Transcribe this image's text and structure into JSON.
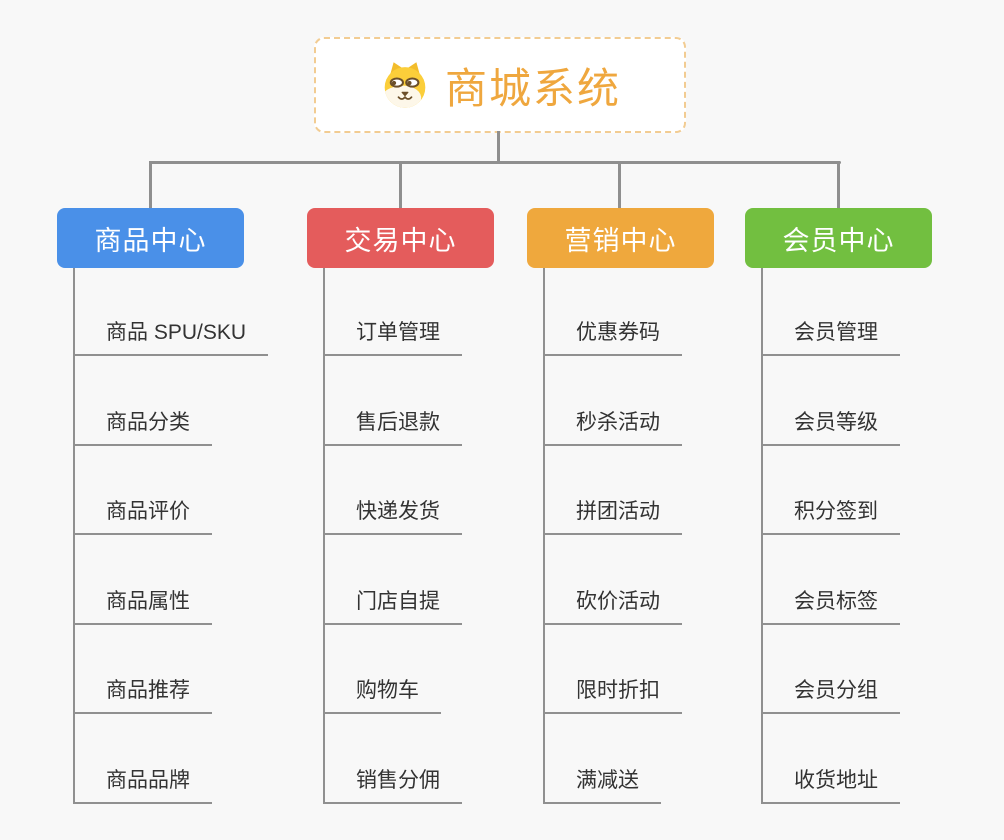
{
  "root": {
    "title": "商城系统",
    "icon": "dog-face-icon",
    "accent_color": "#efa73e",
    "border_color": "#f2cc92"
  },
  "branches": [
    {
      "label": "商品中心",
      "color": "#4a90e8",
      "children": [
        "商品 SPU/SKU",
        "商品分类",
        "商品评价",
        "商品属性",
        "商品推荐",
        "商品品牌"
      ]
    },
    {
      "label": "交易中心",
      "color": "#e45c5c",
      "children": [
        "订单管理",
        "售后退款",
        "快递发货",
        "门店自提",
        "购物车",
        "销售分佣"
      ]
    },
    {
      "label": "营销中心",
      "color": "#efa83d",
      "children": [
        "优惠券码",
        "秒杀活动",
        "拼团活动",
        "砍价活动",
        "限时折扣",
        "满减送"
      ]
    },
    {
      "label": "会员中心",
      "color": "#72bf40",
      "children": [
        "会员管理",
        "会员等级",
        "积分签到",
        "会员标签",
        "会员分组",
        "收货地址"
      ]
    }
  ]
}
